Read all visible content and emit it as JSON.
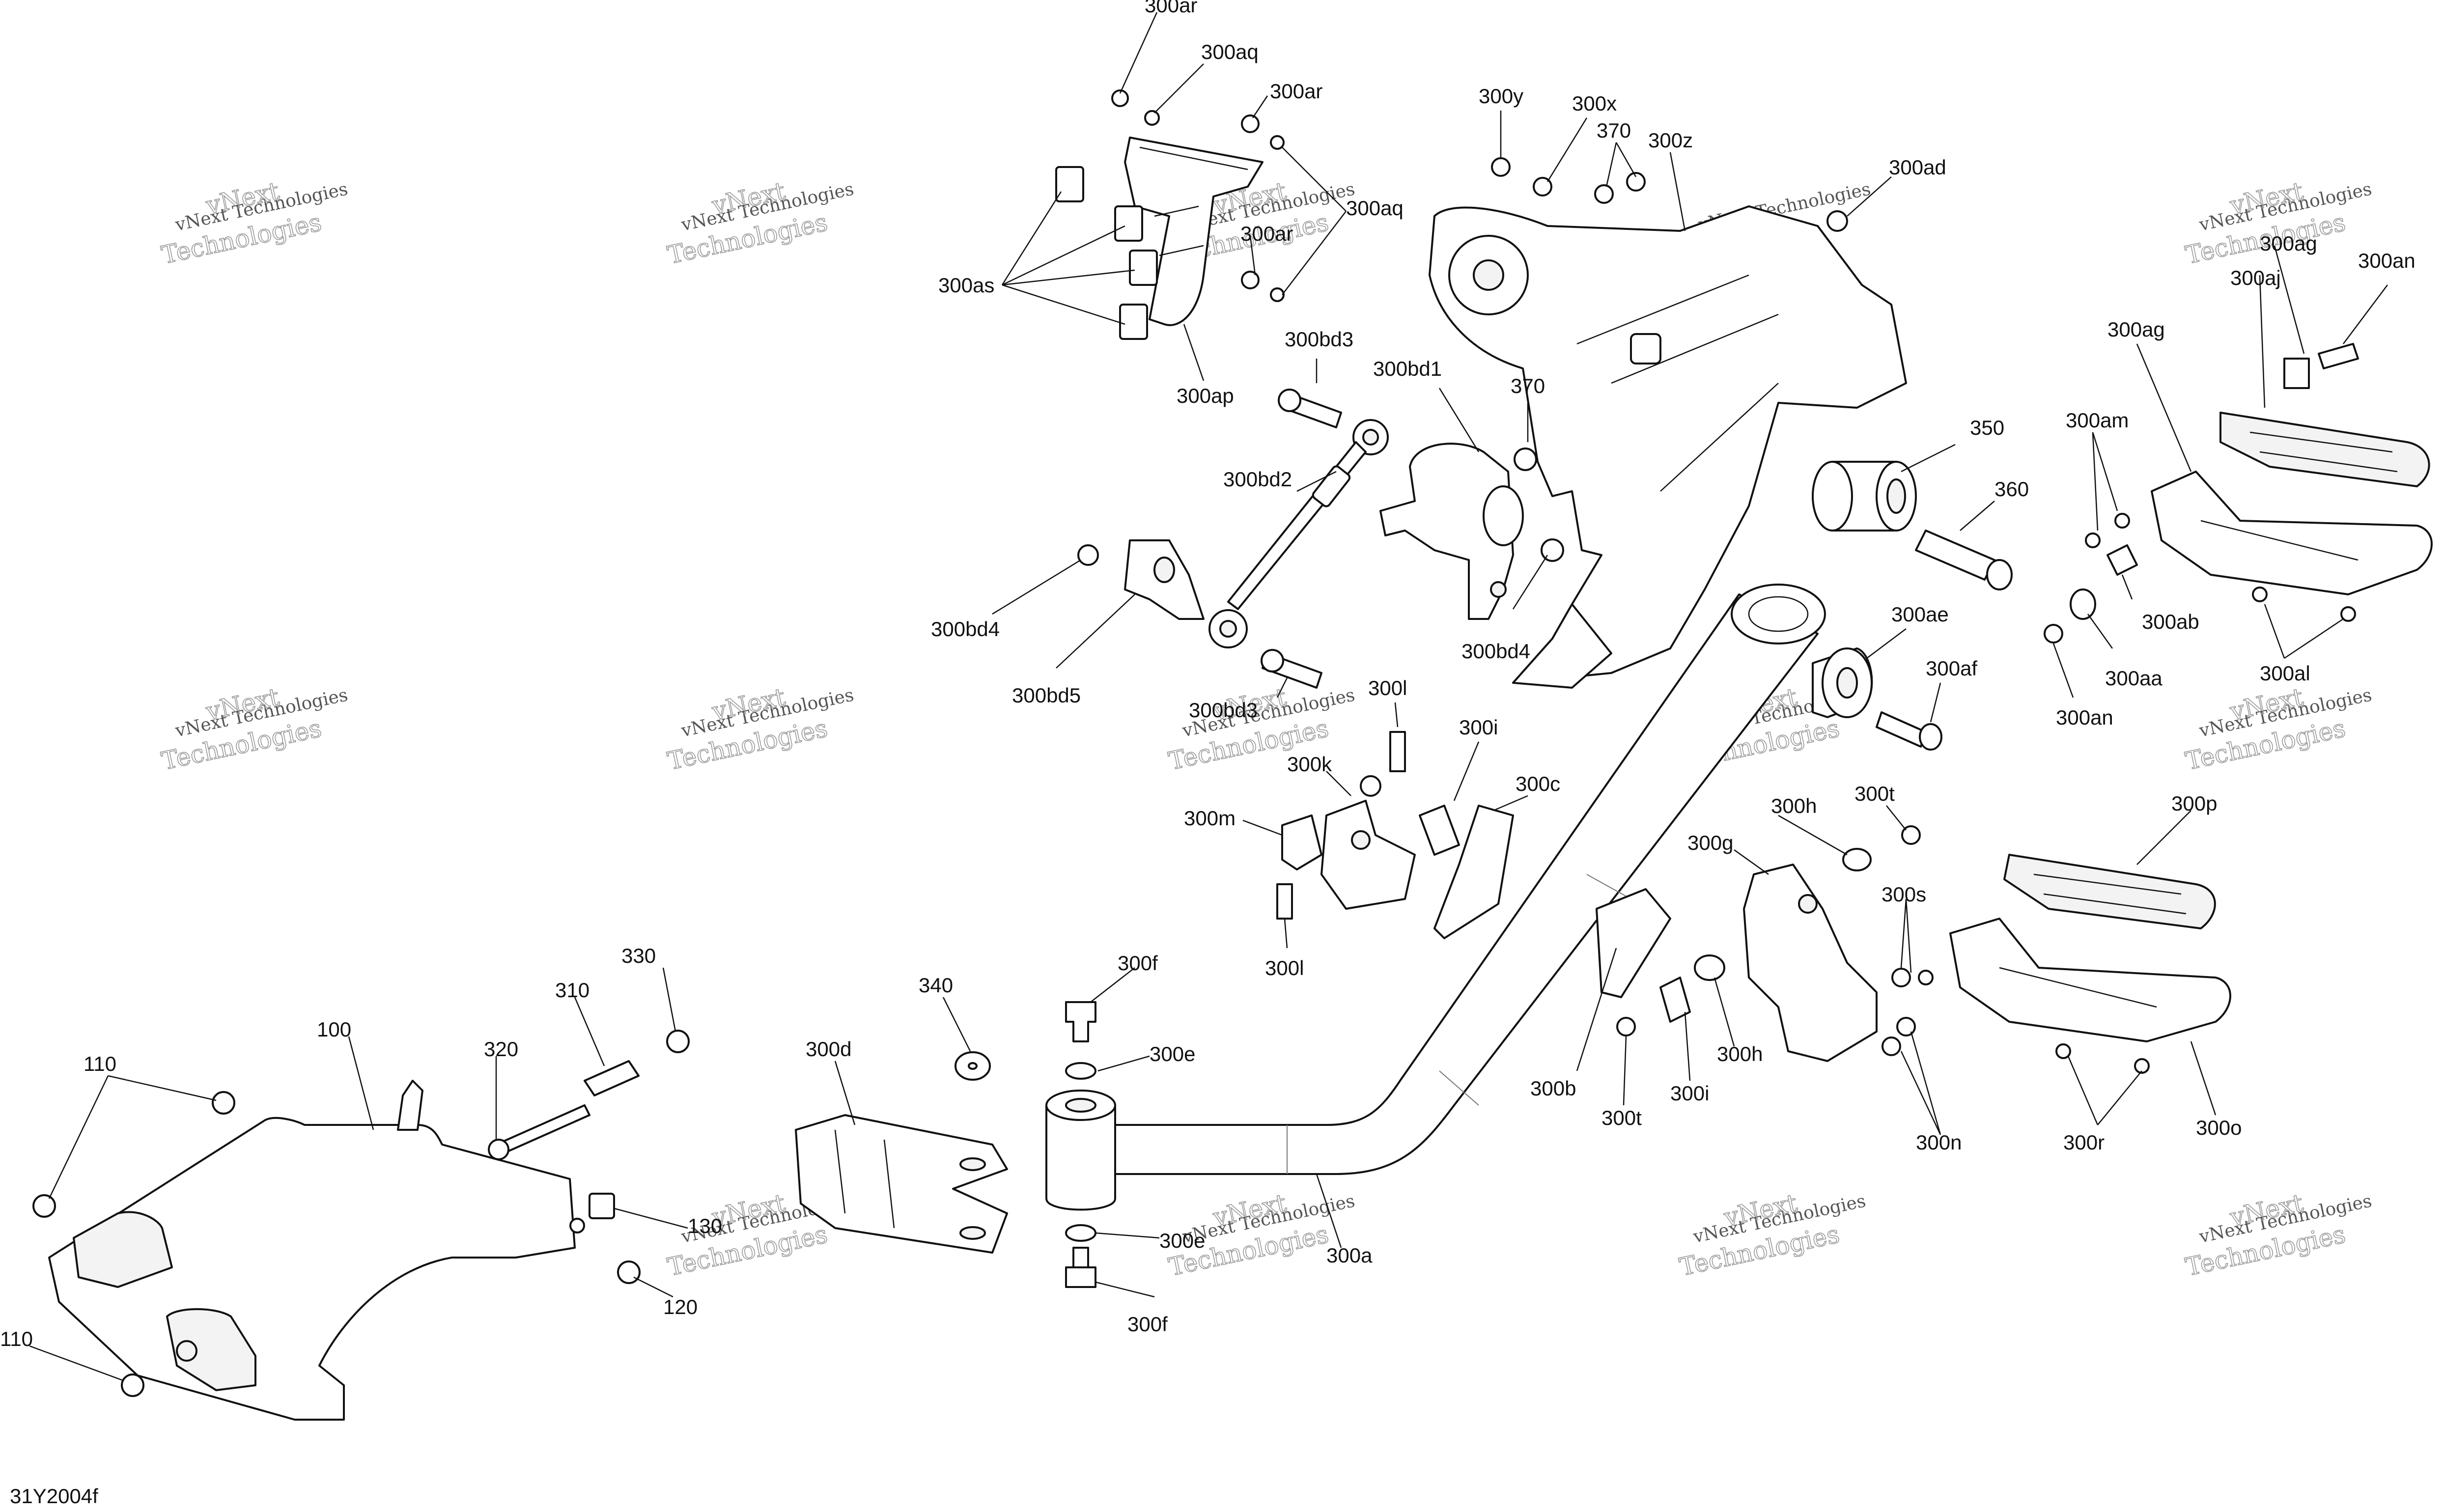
{
  "diagram": {
    "drawing_id": "31Y2004f",
    "watermark_line1": "vNext Technologies",
    "watermark_line2": "vNext",
    "watermark_line3": "Technologies",
    "labels": {
      "l300ar_1": "300ar",
      "l300aq_1": "300aq",
      "l300ar_2": "300ar",
      "l300aq_2": "300aq",
      "l300ar_3": "300ar",
      "l300as": "300as",
      "l300ap": "300ap",
      "l300y": "300y",
      "l300x": "300x",
      "l370_1": "370",
      "l300z": "300z",
      "l300ad": "300ad",
      "l300ag_top": "300ag",
      "l300an_1": "300an",
      "l300aj": "300aj",
      "l300ag": "300ag",
      "l300bd3_1": "300bd3",
      "l300bd1": "300bd1",
      "l370_2": "370",
      "l350": "350",
      "l360": "360",
      "l300am": "300am",
      "l300bd2": "300bd2",
      "l300bd4_1": "300bd4",
      "l300bd5": "300bd5",
      "l300bd4_2": "300bd4",
      "l300ae": "300ae",
      "l300ab": "300ab",
      "l300aa": "300aa",
      "l300an_2": "300an",
      "l300al": "300al",
      "l300af": "300af",
      "l300bd3_2": "300bd3",
      "l300l_1": "300l",
      "l300i_1": "300i",
      "l300k": "300k",
      "l300c": "300c",
      "l300m": "300m",
      "l300h_1": "300h",
      "l300t_1": "300t",
      "l300p": "300p",
      "l300g": "300g",
      "l300s": "300s",
      "l300l_2": "300l",
      "l330": "330",
      "l310": "310",
      "l340": "340",
      "l300f_1": "300f",
      "l100": "100",
      "l110_1": "110",
      "l320": "320",
      "l300d": "300d",
      "l300e_1": "300e",
      "l300b": "300b",
      "l300t_2": "300t",
      "l300i_2": "300i",
      "l300h_2": "300h",
      "l300n": "300n",
      "l300r": "300r",
      "l300o": "300o",
      "l130": "130",
      "l120": "120",
      "l300e_2": "300e",
      "l300a": "300a",
      "l300f_2": "300f",
      "l110_2": "110"
    }
  }
}
